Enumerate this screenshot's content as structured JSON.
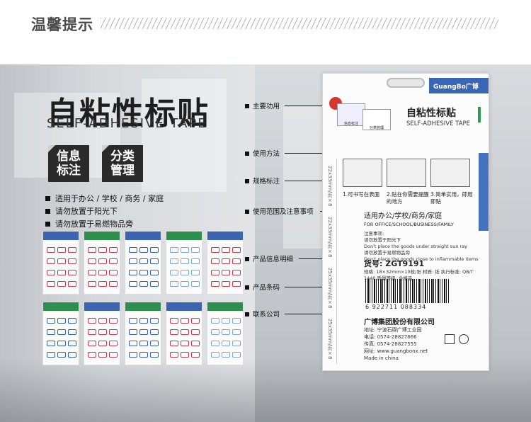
{
  "header": {
    "title": "温馨提示"
  },
  "left": {
    "title_cn": "自粘性标贴",
    "title_en": "SELF-ADHESIVE TAPE",
    "badges": [
      {
        "line1": "信息",
        "line2": "标注"
      },
      {
        "line1": "分类",
        "line2": "管理"
      }
    ],
    "bullets": [
      "适用于办公 / 学校 / 商务 / 家庭",
      "请勿放置于阳光下",
      "请勿放置于易燃物品旁"
    ]
  },
  "callouts": [
    "主要功用",
    "使用方法",
    "规格标注",
    "使用范围及注意事项",
    "产品信息明细",
    "产品条码",
    "联系公司"
  ],
  "package": {
    "brand": "GuangBo广博",
    "title": "自粘性标贴",
    "subtitle": "SELF-ADHESIVE TAPE",
    "category_label": "分类管理",
    "info_label": "信息标注",
    "steps": [
      "1.可书写在表面",
      "2.贴在你需要提醒的地方",
      "3.简单实用，即用即贴"
    ],
    "side_sizes": [
      "22x33mm/页×8",
      "22x33mm/页×8",
      "25x35mm/页×8",
      "25x35mm/页×8"
    ],
    "usage_cn": "适用办公/学校/商务/家庭",
    "usage_en": "FOR OFFICE/SCHOOL/BUSINESS/FAMILY",
    "note_title": "注意事项:",
    "notes": [
      "请勿放置于阳光下",
      "Don't place the goods under straight sun ray",
      "请勿放置于易燃物品旁",
      "Don't place the goods close to inflammable items"
    ],
    "goods_no": "货号: ZGT9191",
    "goods_info": "规格: 18×32mm×10枚/张 材质: 纸  执行标准: QB/T 1440 质量等级: 合格品",
    "barcode_number": "6 922711 088334",
    "company": "广博集团股份有限公司",
    "company_lines": [
      "地址: 宁波石碶广博工业园",
      "电话: 0574-28827666",
      "传真: 0574-28827555",
      "网址: www.guangbonx.net",
      "Made in china"
    ]
  }
}
